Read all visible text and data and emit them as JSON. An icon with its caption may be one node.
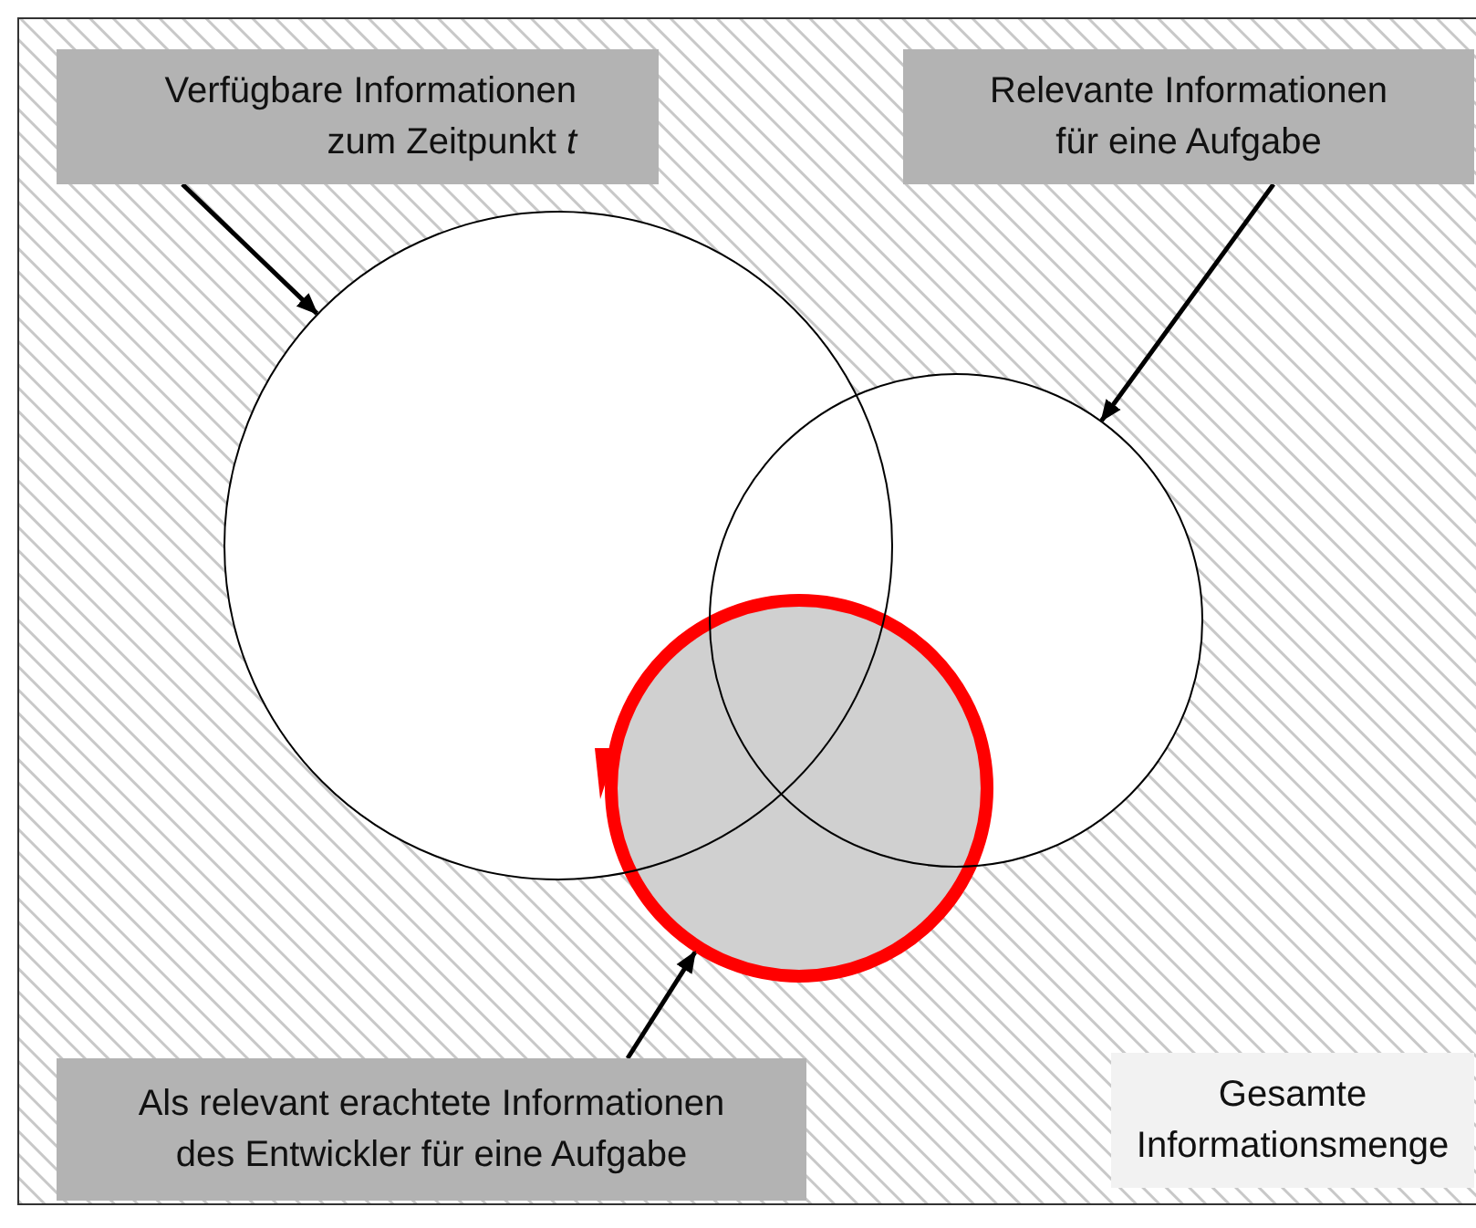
{
  "diagram": {
    "nodes": [
      {
        "text": [
          "Verfügbare Informationen zum Zeitpunkt *t*"
        ]
      },
      {
        "text": [
          "Relevante Informationen für eine Aufgabe"
        ]
      },
      {
        "text": [
          "Als relevant erachtete Informationen des Entwickler für eine Aufgabe"
        ]
      },
      {
        "text": [
          "Gesamte Informationsmenge"
        ]
      },
      {
        "text": [],
        "shape": "circle"
      },
      {
        "text": [],
        "shape": "circle"
      },
      {
        "text": [],
        "shape": "circle"
      }
    ],
    "edges": [
      {
        "from": 0,
        "to": 4,
        "arrow": "to"
      },
      {
        "from": 1,
        "to": 5,
        "arrow": "to"
      },
      {
        "from": 2,
        "to": 6,
        "arrow": "to"
      }
    ]
  }
}
